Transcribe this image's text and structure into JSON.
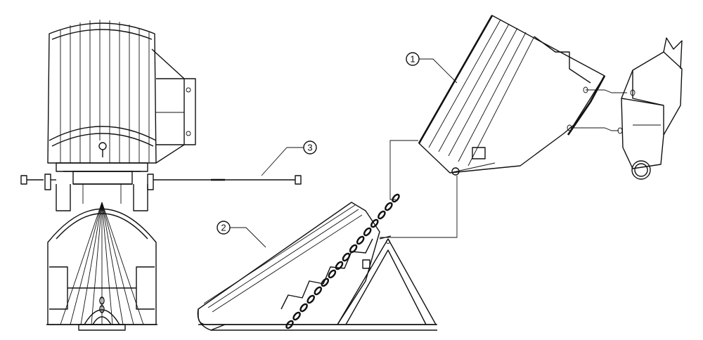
{
  "callouts": [
    {
      "id": "1",
      "label": "1"
    },
    {
      "id": "2",
      "label": "2"
    },
    {
      "id": "3",
      "label": "3"
    }
  ],
  "colors": {
    "ink": "#111111",
    "paper": "#ffffff"
  }
}
